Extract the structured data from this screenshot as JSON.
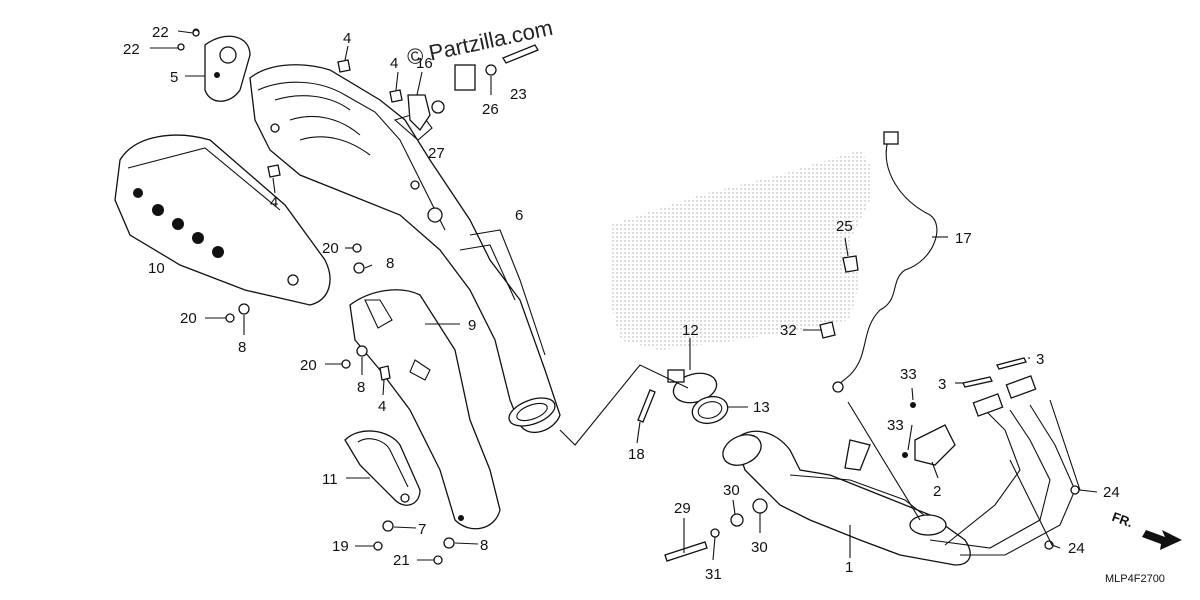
{
  "watermark": "© Partzilla.com",
  "diagram_code": "MLP4F2700",
  "direction_label": "FR.",
  "callouts": [
    {
      "id": "c22a",
      "text": "22"
    },
    {
      "id": "c22b",
      "text": "22"
    },
    {
      "id": "c5",
      "text": "5"
    },
    {
      "id": "c4a",
      "text": "4"
    },
    {
      "id": "c4b",
      "text": "4"
    },
    {
      "id": "c16",
      "text": "16"
    },
    {
      "id": "c26",
      "text": "26"
    },
    {
      "id": "c23",
      "text": "23"
    },
    {
      "id": "c27",
      "text": "27"
    },
    {
      "id": "c4c",
      "text": "4"
    },
    {
      "id": "c6",
      "text": "6"
    },
    {
      "id": "c10",
      "text": "10"
    },
    {
      "id": "c20a",
      "text": "20"
    },
    {
      "id": "c8a",
      "text": "8"
    },
    {
      "id": "c9",
      "text": "9"
    },
    {
      "id": "c20b",
      "text": "20"
    },
    {
      "id": "c8b",
      "text": "8"
    },
    {
      "id": "c20c",
      "text": "20"
    },
    {
      "id": "c8c",
      "text": "8"
    },
    {
      "id": "c4d",
      "text": "4"
    },
    {
      "id": "c11",
      "text": "11"
    },
    {
      "id": "c7",
      "text": "7"
    },
    {
      "id": "c19",
      "text": "19"
    },
    {
      "id": "c8d",
      "text": "8"
    },
    {
      "id": "c21",
      "text": "21"
    },
    {
      "id": "c12",
      "text": "12"
    },
    {
      "id": "c13",
      "text": "13"
    },
    {
      "id": "c18",
      "text": "18"
    },
    {
      "id": "c25",
      "text": "25"
    },
    {
      "id": "c17",
      "text": "17"
    },
    {
      "id": "c32",
      "text": "32"
    },
    {
      "id": "c3a",
      "text": "3"
    },
    {
      "id": "c3b",
      "text": "3"
    },
    {
      "id": "c33a",
      "text": "33"
    },
    {
      "id": "c33b",
      "text": "33"
    },
    {
      "id": "c2",
      "text": "2"
    },
    {
      "id": "c24a",
      "text": "24"
    },
    {
      "id": "c24b",
      "text": "24"
    },
    {
      "id": "c29",
      "text": "29"
    },
    {
      "id": "c30a",
      "text": "30"
    },
    {
      "id": "c30b",
      "text": "30"
    },
    {
      "id": "c31",
      "text": "31"
    },
    {
      "id": "c1",
      "text": "1"
    }
  ]
}
